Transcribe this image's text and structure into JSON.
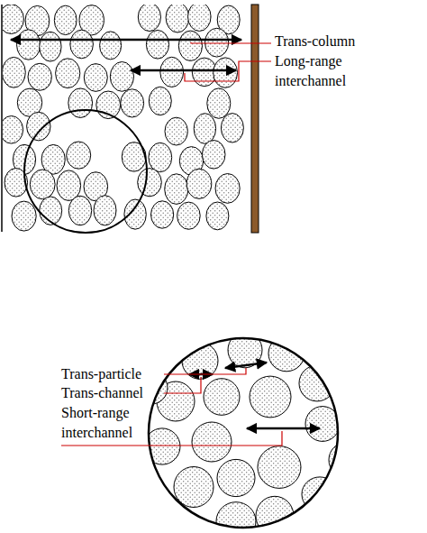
{
  "diagram": {
    "labels": [
      "Trans-column",
      "Long-range interchannel",
      "Trans-particle",
      "Trans-channel",
      "Short-range interchannel"
    ]
  }
}
